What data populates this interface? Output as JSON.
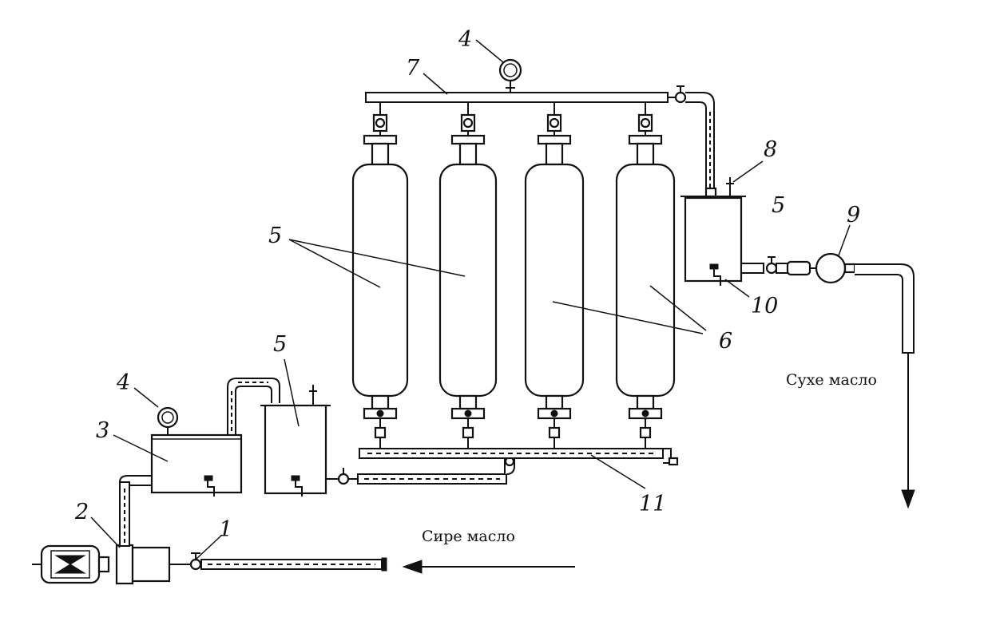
{
  "labels": {
    "n1": "1",
    "n2": "2",
    "n3": "3",
    "n4_top": "4",
    "n4_left": "4",
    "n5_group": "5",
    "n5_small_left": "5",
    "n5_right": "5",
    "n6": "6",
    "n7": "7",
    "n8": "8",
    "n9": "9",
    "n10": "10",
    "n11": "11"
  },
  "captions": {
    "raw_oil": "Сире масло",
    "dry_oil": "Сухе масло"
  }
}
